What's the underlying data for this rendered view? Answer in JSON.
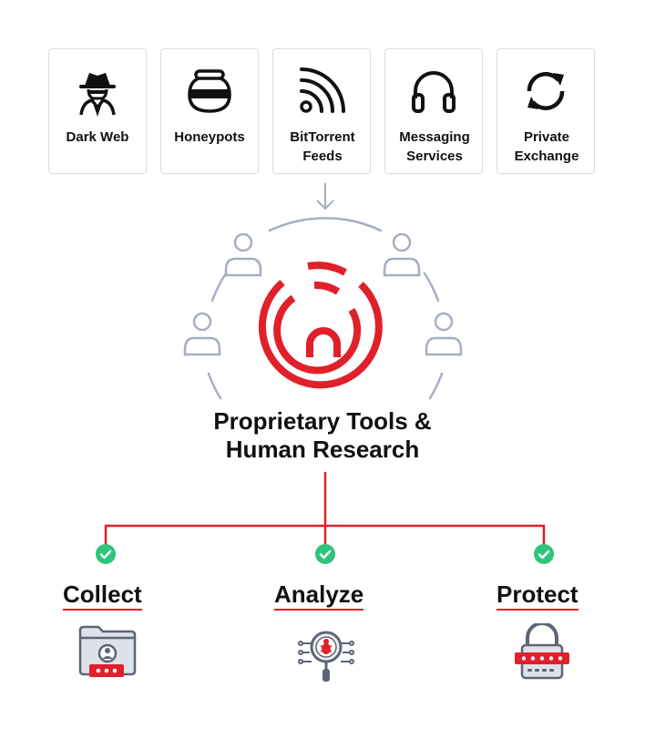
{
  "sources": [
    {
      "label": "Dark Web",
      "icon": "spy-icon"
    },
    {
      "label": "Honeypots",
      "icon": "honeypot-icon"
    },
    {
      "label": "BitTorrent Feeds",
      "icon": "rss-feed-icon"
    },
    {
      "label": "Messaging Services",
      "icon": "headphones-icon"
    },
    {
      "label": "Private Exchange",
      "icon": "exchange-arrows-icon"
    }
  ],
  "center": {
    "title_line1": "Proprietary Tools &",
    "title_line2": "Human Research",
    "icon": "spiral-logo-icon",
    "researcher_icon": "user-icon"
  },
  "outcomes": [
    {
      "label": "Collect",
      "icon": "locked-folder-icon"
    },
    {
      "label": "Analyze",
      "icon": "bug-magnifier-icon"
    },
    {
      "label": "Protect",
      "icon": "password-padlock-icon"
    }
  ],
  "colors": {
    "accent": "#e0202a",
    "check": "#2ec47a",
    "muted": "#a6aec0",
    "card_border": "#d7dbe3",
    "text": "#111111"
  }
}
